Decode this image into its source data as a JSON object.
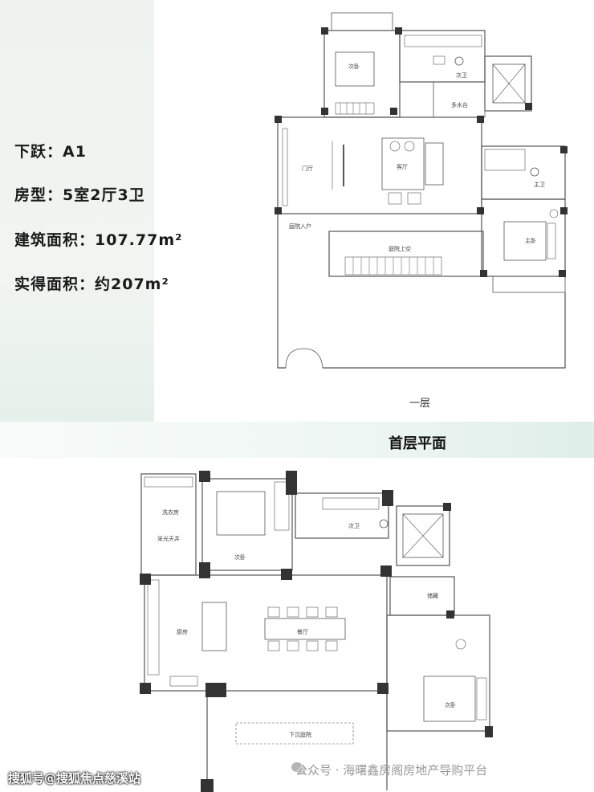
{
  "info": {
    "layout_label": "下跃：A1",
    "type_label": "房型：5室2厅3卫",
    "built_area_label": "建筑面积：107.77m²",
    "actual_area_label": "实得面积：约207m²"
  },
  "upper_plan": {
    "caption": "一层",
    "rooms": {
      "bedroom": "次卧",
      "bathroom": "次卫",
      "multi_water": "多水台",
      "foyer": "门厅",
      "living": "客厅",
      "master_bath": "主卫",
      "master_bed": "主卧",
      "courtyard_entry": "庭院入户",
      "courtyard_void": "庭院上空"
    }
  },
  "lower_plan": {
    "title": "首层平面",
    "rooms": {
      "laundry": "洗衣房",
      "skylight": "采光天井",
      "bedroom_a": "次卧",
      "bathroom": "次卫",
      "storage": "储藏",
      "kitchen": "厨房",
      "dining": "餐厅",
      "bedroom_b": "次卧",
      "sunken_court": "下沉庭院"
    }
  },
  "watermarks": {
    "left": "搜狐号@搜狐焦点慈溪站",
    "right": "公众号 · 海曙鑫房阁房地产导购平台"
  }
}
